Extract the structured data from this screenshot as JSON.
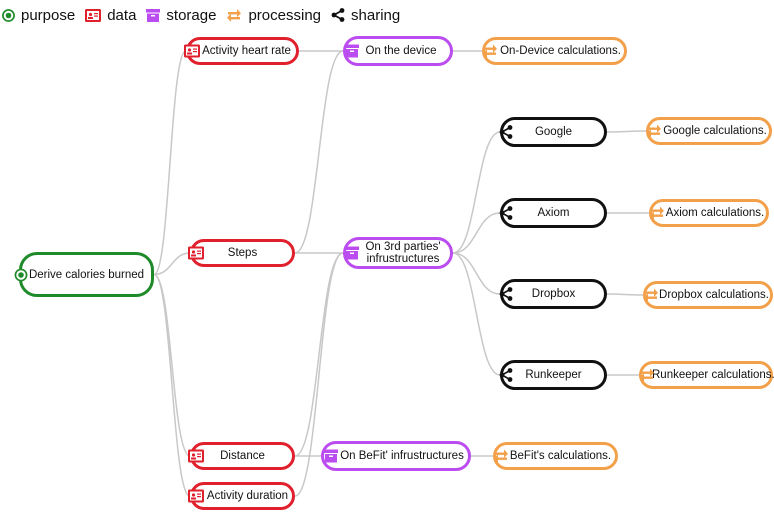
{
  "colors": {
    "purpose": "#1f8a2a",
    "data": "#e0202d",
    "storage": "#bb4cf0",
    "processing": "#f3a04a",
    "sharing": "#111111",
    "edge": "#c8c8c8"
  },
  "legend": [
    {
      "kind": "purpose",
      "label": "purpose",
      "icon": "target-icon"
    },
    {
      "kind": "data",
      "label": "data",
      "icon": "id-card-icon"
    },
    {
      "kind": "storage",
      "label": "storage",
      "icon": "archive-box-icon"
    },
    {
      "kind": "processing",
      "label": "processing",
      "icon": "cycle-arrows-icon"
    },
    {
      "kind": "sharing",
      "label": "sharing",
      "icon": "share-icon"
    }
  ],
  "nodes": {
    "purpose_calories": {
      "label": "Derive calories burned"
    },
    "data_heart_rate": {
      "label": "Activity heart rate"
    },
    "data_steps": {
      "label": "Steps"
    },
    "data_distance": {
      "label": "Distance"
    },
    "data_duration": {
      "label": "Activity duration"
    },
    "storage_device": {
      "label": "On the device"
    },
    "storage_3rd": {
      "label": "On 3rd parties' infrustructures"
    },
    "storage_befit": {
      "label": "On BeFit' infrustructures"
    },
    "proc_device": {
      "label": "On-Device calculations."
    },
    "proc_befit": {
      "label": "BeFit's calculations."
    },
    "proc_google": {
      "label": "Google calculations."
    },
    "proc_axiom": {
      "label": "Axiom calculations."
    },
    "proc_dropbox": {
      "label": "Dropbox calculations."
    },
    "proc_runkeeper": {
      "label": "Runkeeper calculations."
    },
    "share_google": {
      "label": "Google"
    },
    "share_axiom": {
      "label": "Axiom"
    },
    "share_dropbox": {
      "label": "Dropbox"
    },
    "share_runkeeper": {
      "label": "Runkeeper"
    }
  },
  "edges": [
    [
      "purpose_calories",
      "data_heart_rate"
    ],
    [
      "purpose_calories",
      "data_steps"
    ],
    [
      "purpose_calories",
      "data_distance"
    ],
    [
      "purpose_calories",
      "data_duration"
    ],
    [
      "data_heart_rate",
      "storage_device"
    ],
    [
      "data_steps",
      "storage_device"
    ],
    [
      "data_steps",
      "storage_3rd"
    ],
    [
      "data_distance",
      "storage_3rd"
    ],
    [
      "data_duration",
      "storage_3rd"
    ],
    [
      "data_distance",
      "storage_befit"
    ],
    [
      "storage_device",
      "proc_device"
    ],
    [
      "storage_befit",
      "proc_befit"
    ],
    [
      "storage_3rd",
      "share_google"
    ],
    [
      "storage_3rd",
      "share_axiom"
    ],
    [
      "storage_3rd",
      "share_dropbox"
    ],
    [
      "storage_3rd",
      "share_runkeeper"
    ],
    [
      "share_google",
      "proc_google"
    ],
    [
      "share_axiom",
      "proc_axiom"
    ],
    [
      "share_dropbox",
      "proc_dropbox"
    ],
    [
      "share_runkeeper",
      "proc_runkeeper"
    ]
  ]
}
